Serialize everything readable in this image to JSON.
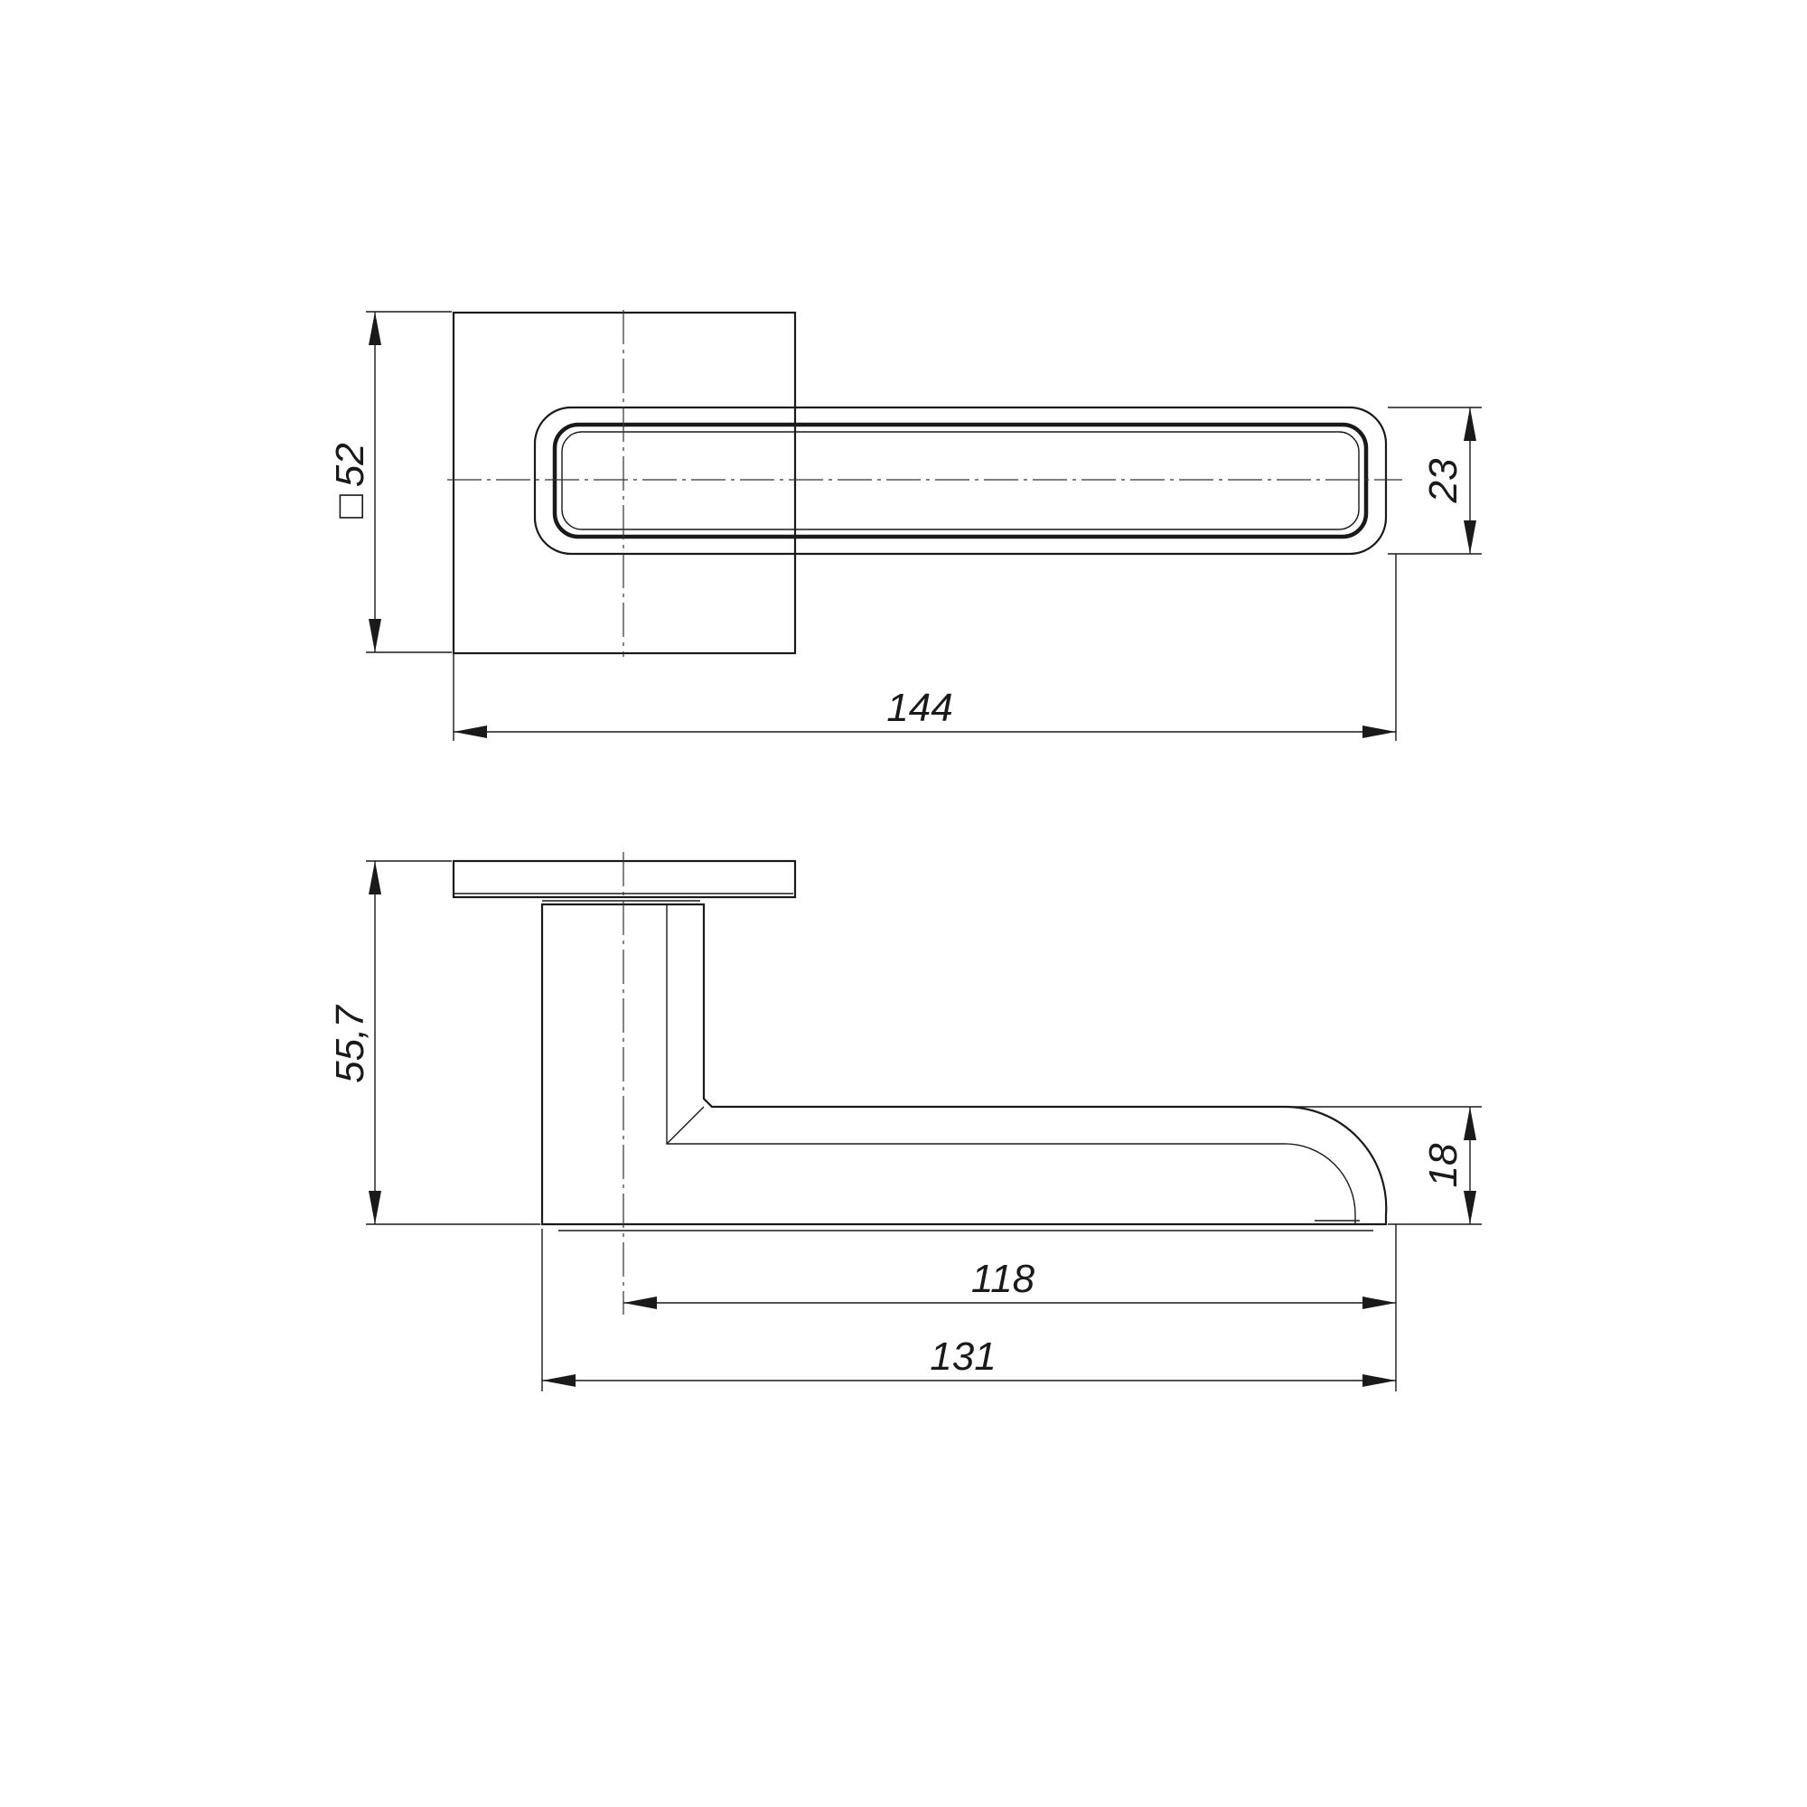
{
  "drawing": {
    "top_view": {
      "rose_size_symbol": "□",
      "rose_size": "52",
      "handle_height": "23",
      "overall_length": "144"
    },
    "side_view": {
      "overall_height": "55,7",
      "grip_thickness": "18",
      "lever_length_from_axis": "118",
      "overall_length": "131"
    }
  }
}
